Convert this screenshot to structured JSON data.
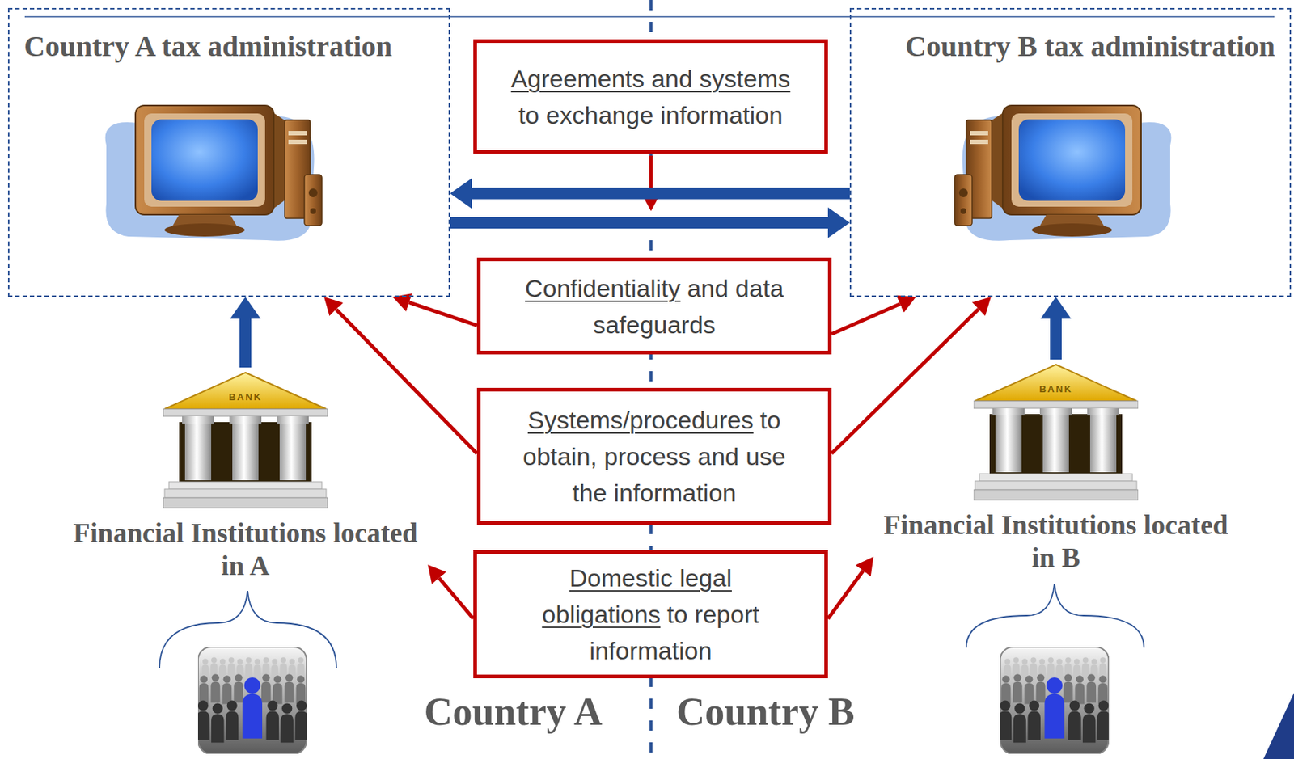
{
  "diagram": {
    "nodes": [
      {
        "text": [
          "Country A tax administration"
        ]
      },
      {
        "text": [
          "Agreements and systems",
          "to exchange information"
        ]
      },
      {
        "text": [
          "Country B tax administration"
        ]
      },
      {
        "text": [
          "Confidentiality",
          "and data safeguards"
        ]
      },
      {
        "text": [
          "Systems/procedures",
          "to obtain, process and use the information"
        ]
      },
      {
        "text": [
          "Financial Institutions located in A"
        ]
      },
      {
        "text": [
          "Domestic legal obligations",
          "to report information"
        ]
      },
      {
        "text": [
          "Financial Institutions located in B"
        ]
      }
    ],
    "edges": [
      {
        "from": 2,
        "to": 0,
        "arrow": "to"
      },
      {
        "from": 0,
        "to": 2,
        "arrow": "to"
      },
      {
        "from": 3,
        "to": 0,
        "arrow": "to"
      },
      {
        "from": 3,
        "to": 2,
        "arrow": "to"
      },
      {
        "from": 4,
        "to": 0,
        "arrow": "to"
      },
      {
        "from": 4,
        "to": 2,
        "arrow": "to"
      },
      {
        "from": 6,
        "to": 5,
        "arrow": "to"
      },
      {
        "from": 6,
        "to": 7,
        "arrow": "to"
      },
      {
        "from": 5,
        "to": 0,
        "arrow": "to"
      },
      {
        "from": 7,
        "to": 2,
        "arrow": "to"
      }
    ],
    "labels": [
      "BANK",
      "BANK",
      "Country A",
      "Country B"
    ]
  }
}
